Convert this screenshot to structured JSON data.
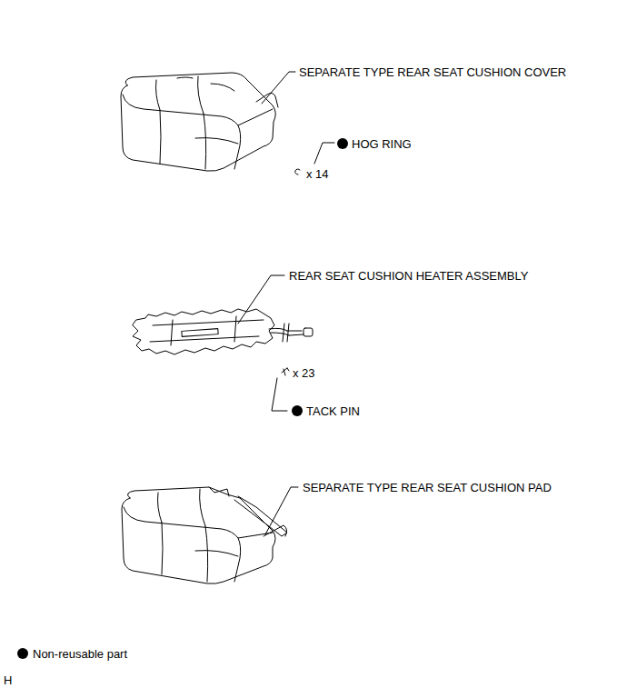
{
  "diagram": {
    "labels": [
      "SEPARATE TYPE REAR SEAT CUSHION COVER",
      "HOG RING",
      "x 14",
      "REAR SEAT CUSHION HEATER ASSEMBLY",
      "x 23",
      "TACK PIN",
      "SEPARATE TYPE REAR SEAT CUSHION PAD",
      "H"
    ],
    "legend": [
      {
        "text": "Non-reusable part"
      }
    ]
  }
}
